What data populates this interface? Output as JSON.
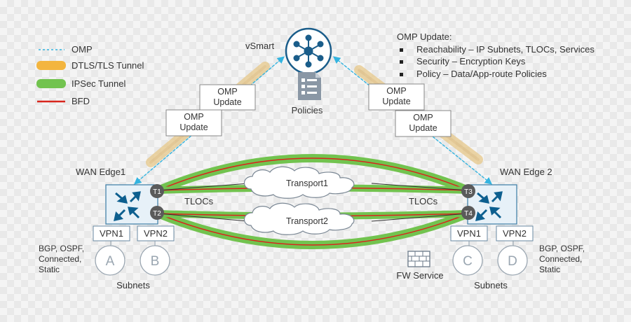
{
  "legend": {
    "omp": "OMP",
    "dtls": "DTLS/TLS Tunnel",
    "ipsec": "IPSec Tunnel",
    "bfd": "BFD"
  },
  "vsmart": {
    "label": "vSmart"
  },
  "policies": {
    "label": "Policies"
  },
  "omp_info": {
    "title": "OMP Update:",
    "items": [
      "Reachability – IP Subnets, TLOCs, Services",
      "Security – Encryption Keys",
      "Policy – Data/App-route Policies"
    ]
  },
  "update_boxes": {
    "left_back": [
      "OMP",
      "Update"
    ],
    "left_front": [
      "OMP",
      "Update"
    ],
    "right_back": [
      "OMP",
      "Update"
    ],
    "right_front": [
      "OMP",
      "Update"
    ]
  },
  "edges": {
    "left": {
      "label": "WAN Edge1",
      "tlocs": [
        "T1",
        "T2"
      ]
    },
    "right": {
      "label": "WAN Edge 2",
      "tlocs": [
        "T3",
        "T4"
      ]
    }
  },
  "tlocs_label": "TLOCs",
  "transports": [
    "Transport1",
    "Transport2"
  ],
  "vpns": {
    "vpn1": "VPN1",
    "vpn2": "VPN2"
  },
  "routing_info": [
    "BGP, OSPF,",
    "Connected,",
    "Static"
  ],
  "subnets": {
    "left": [
      "A",
      "B"
    ],
    "right": [
      "C",
      "D"
    ],
    "label": "Subnets"
  },
  "fw_service": "FW Service",
  "colors": {
    "omp": "#33b4e0",
    "dtls": "#f3b53f",
    "ipsec": "#72c34f",
    "bfd": "#d8261d",
    "router_icon": "#0d5f8f",
    "router_bg": "#e7f1f8"
  }
}
